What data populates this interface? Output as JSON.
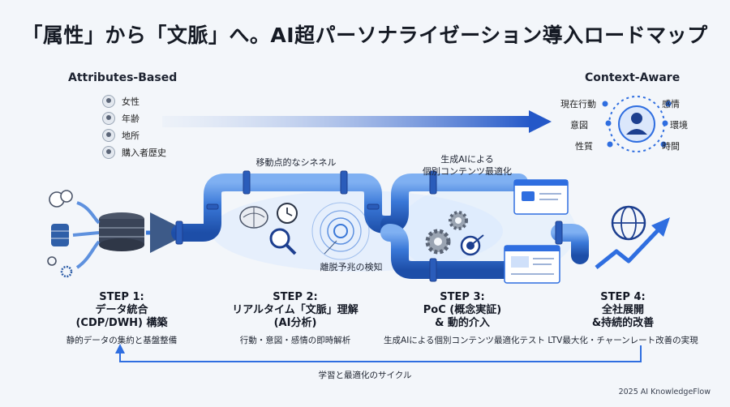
{
  "title": "「属性」から「文脈」へ。AI超パーソナライゼーション導入ロードマップ",
  "left_heading": "Attributes-Based",
  "right_heading": "Context-Aware",
  "attributes": [
    {
      "label": "女性",
      "icon": "person-icon"
    },
    {
      "label": "年齢",
      "icon": "person-icon"
    },
    {
      "label": "地所",
      "icon": "location-pin-icon"
    },
    {
      "label": "購入者歴史",
      "icon": "person-icon"
    }
  ],
  "context": {
    "current_action": "現在行動",
    "emotion": "感情",
    "intent": "意図",
    "environment": "環境",
    "nature": "性質",
    "time": "時間"
  },
  "pipeline_labels": {
    "moving_touchpoints": "移動点的なシネネル",
    "genai_line1": "生成AIによる",
    "genai_line2": "個別コンテンツ最適化",
    "churn_detect": "離脱予兆の検知"
  },
  "steps": [
    {
      "title_1": "STEP 1:",
      "title_2": "データ統合",
      "title_3": "(CDP/DWH) 構築",
      "desc": "静的データの集約と基盤整備"
    },
    {
      "title_1": "STEP 2:",
      "title_2": "リアルタイム「文脈」理解",
      "title_3": "(AI分析)",
      "desc": "行動・意図・感情の即時解析"
    },
    {
      "title_1": "STEP 3:",
      "title_2": "PoC (概念実証)",
      "title_3": "& 動的介入",
      "desc": "生成AIによる個別コンテンツ最適化テスト"
    },
    {
      "title_1": "STEP 4:",
      "title_2": "全社展開",
      "title_3": "&持続的改善",
      "desc": "LTV最大化・チャーンレート改善の実現"
    }
  ],
  "loop_label": "学習と最適化のサイクル",
  "footer": "2025 AI KnowledgeFlow",
  "colors": {
    "accent": "#2f6ee0",
    "pipe": "#3a78d8",
    "dark": "#1d3f8f"
  }
}
